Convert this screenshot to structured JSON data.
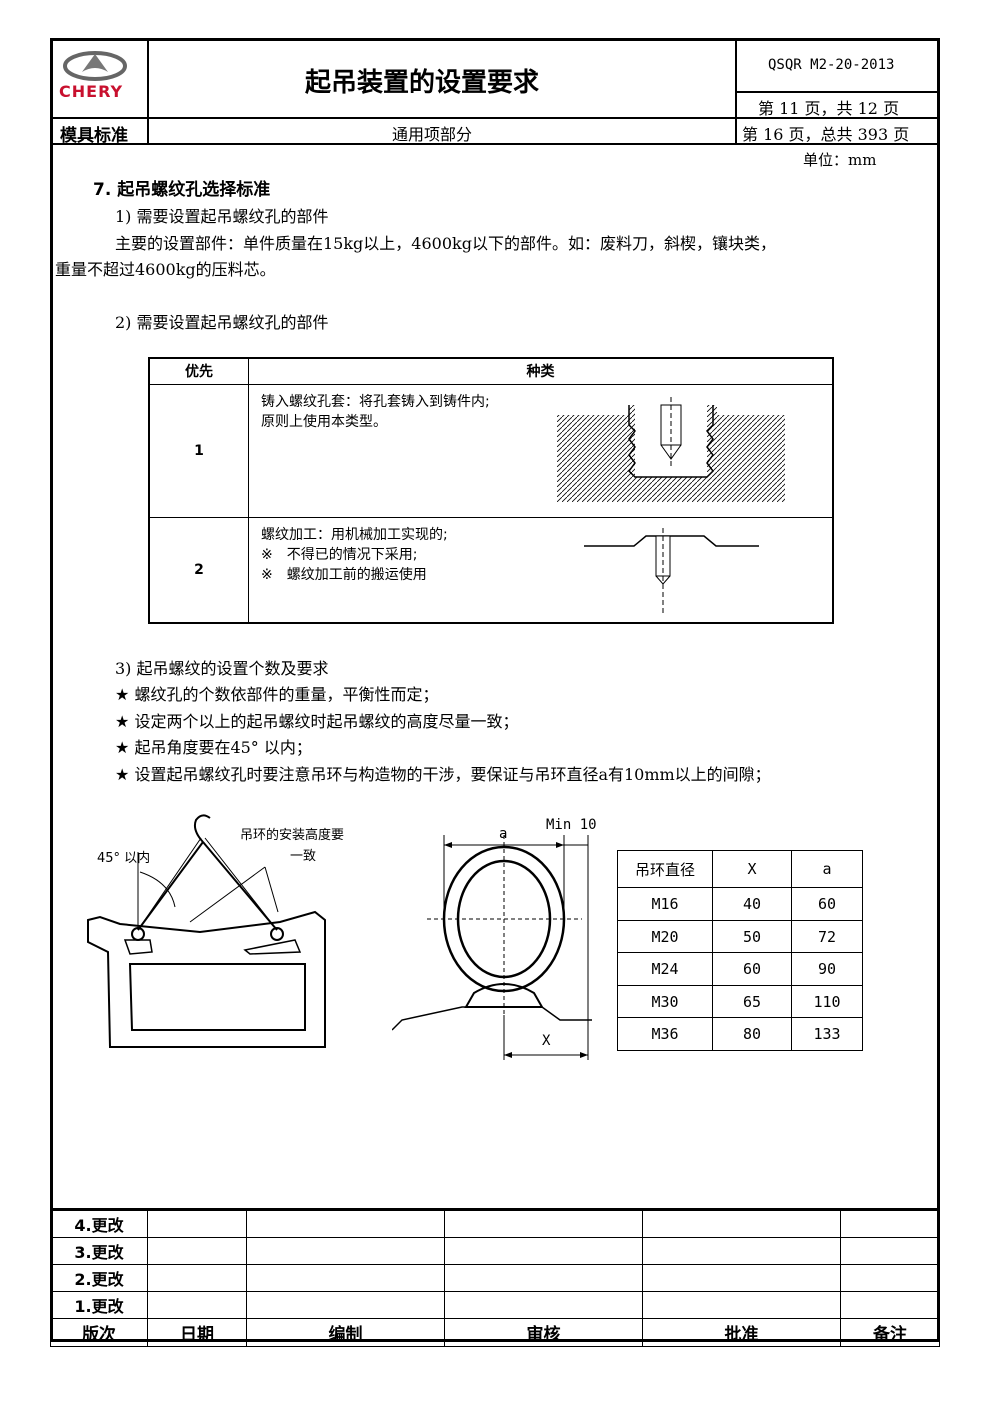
{
  "header": {
    "brand": "CHERY",
    "title": "起吊装置的设置要求",
    "doc_code": "QSQR M2-20-2013",
    "page_info": "第 11 页，共 12 页",
    "category": "模具标准",
    "section": "通用项部分",
    "total_pages": "第 16 页，总共 393 页"
  },
  "unit": "单位：mm",
  "body": {
    "heading": "7. 起吊螺纹孔选择标准",
    "item1": "1) 需要设置起吊螺纹孔的部件",
    "item1_text_a": "主要的设置部件：单件质量在15kg以上，4600kg以下的部件。如：废料刀，斜楔，镶块类，",
    "item1_text_b": "重量不超过4600kg的压料芯。",
    "item2": "2) 需要设置起吊螺纹孔的部件",
    "item3": "3) 起吊螺纹的设置个数及要求",
    "bullets": [
      "螺纹孔的个数依部件的重量，平衡性而定；",
      "设定两个以上的起吊螺纹时起吊螺纹的高度尽量一致；",
      "起吊角度要在45° 以内；",
      "设置起吊螺纹孔时要注意吊环与构造物的干涉，要保证与吊环直径a有10mm以上的间隙；"
    ],
    "bullet_symbol": "★"
  },
  "priority_table": {
    "headers": [
      "优先",
      "种类"
    ],
    "rows": [
      {
        "priority": "1",
        "lines": [
          "铸入螺纹孔套：将孔套铸入到铸件内;",
          "原则上使用本类型。"
        ]
      },
      {
        "priority": "2",
        "lines": [
          "螺纹加工：用机械加工实现的;",
          "※　不得已的情况下采用;",
          "※　螺纹加工前的搬运使用"
        ]
      }
    ]
  },
  "figure": {
    "angle_label": "45° 以内",
    "height_label_a": "吊环的安装高度要",
    "height_label_b": "一致",
    "dim_a": "a",
    "dim_min": "Min 10",
    "dim_x": "X"
  },
  "spec_table": {
    "headers": [
      "吊环直径",
      "X",
      "a"
    ],
    "rows": [
      [
        "M16",
        "40",
        "60"
      ],
      [
        "M20",
        "50",
        "72"
      ],
      [
        "M24",
        "60",
        "90"
      ],
      [
        "M30",
        "65",
        "110"
      ],
      [
        "M36",
        "80",
        "133"
      ]
    ]
  },
  "revision": {
    "rows": [
      "4.更改",
      "3.更改",
      "2.更改",
      "1.更改"
    ],
    "footer": [
      "版次",
      "日期",
      "编制",
      "审核",
      "批准",
      "备注"
    ]
  },
  "colors": {
    "brand_red": "#c8102e",
    "line": "#000000"
  }
}
